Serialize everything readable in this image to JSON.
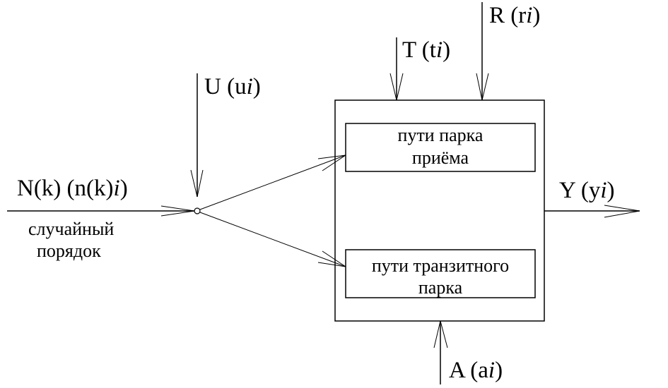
{
  "diagram": {
    "input": {
      "main": "N(k) (n(k)",
      "sub": "i",
      "close": ")",
      "note_line1": "случайный",
      "note_line2": "порядок"
    },
    "control_u": {
      "main": "U (u",
      "sub": "i",
      "close": ")"
    },
    "control_t": {
      "main": "T (t",
      "sub": "i",
      "close": ")"
    },
    "control_r": {
      "main": "R (r",
      "sub": "i",
      "close": ")"
    },
    "output_y": {
      "main": "Y (y",
      "sub": "i",
      "close": ")"
    },
    "input_a": {
      "main": "A (a",
      "sub": "i",
      "close": ")"
    },
    "blocks": [
      {
        "line1": "пути парка",
        "line2": "приёма"
      },
      {
        "line1": "пути транзитного",
        "line2": "парка"
      }
    ]
  }
}
